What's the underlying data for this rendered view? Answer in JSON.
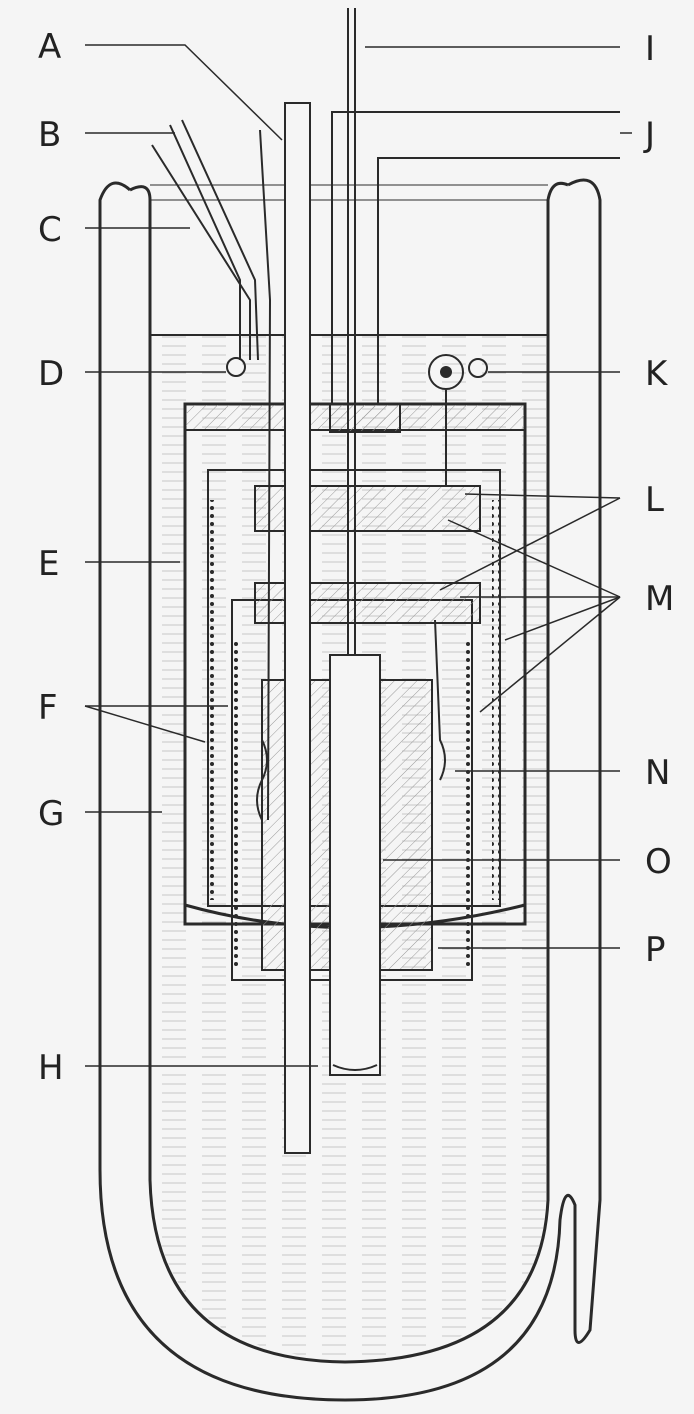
{
  "figure": {
    "labels": [
      "A",
      "B",
      "C",
      "D",
      "E",
      "F",
      "G",
      "H",
      "I",
      "J",
      "K",
      "L",
      "M",
      "N",
      "O",
      "P"
    ],
    "colors": {
      "background": "#f5f5f5",
      "ink": "#2a2a2a",
      "liquid_lines": "#c7c7c7",
      "hatch": "#9a9a9a"
    }
  }
}
